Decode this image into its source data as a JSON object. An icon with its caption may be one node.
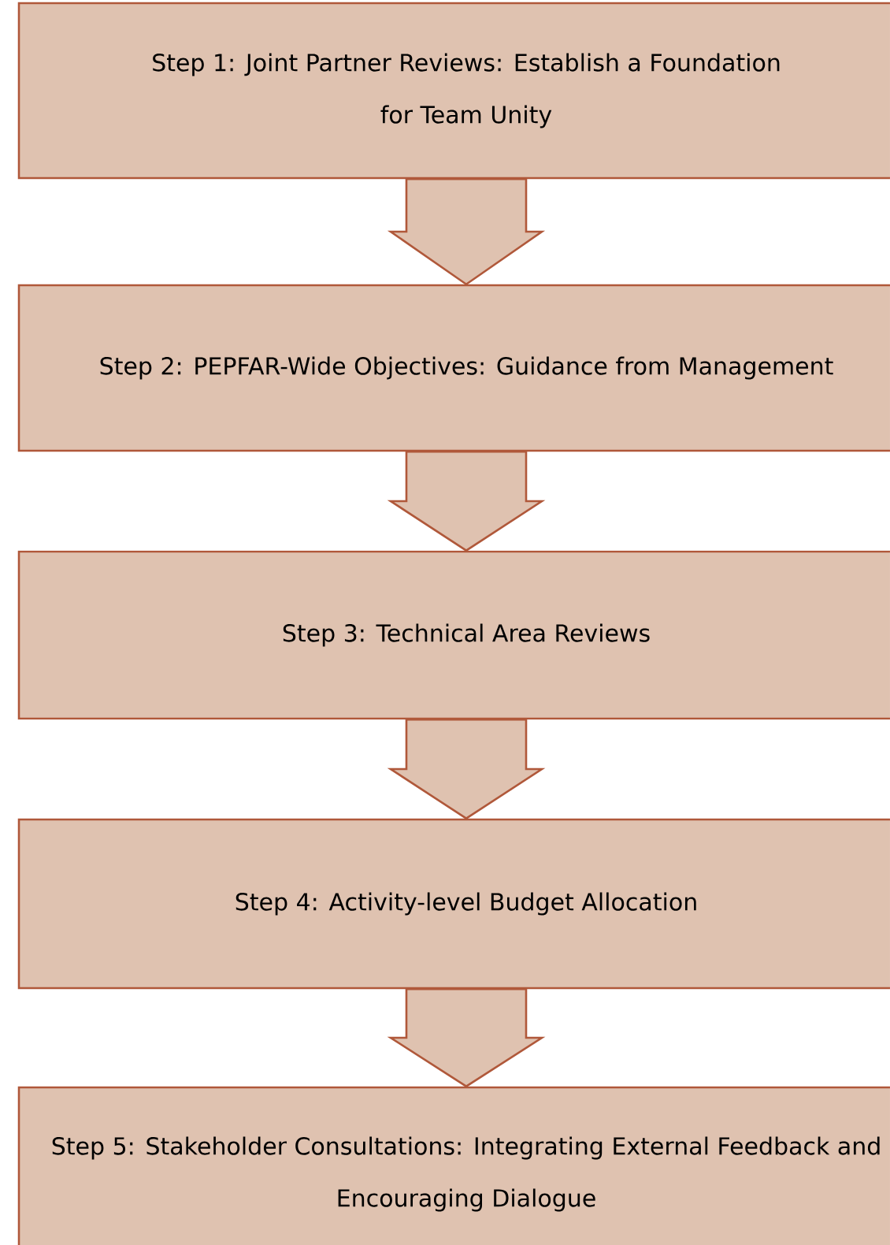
{
  "diagram": {
    "nodes": [
      {
        "text": [
          "Step 1: Joint Partner Reviews: Establish a Foundation for Team Unity"
        ]
      },
      {
        "text": [
          "Step 2: PEPFAR-Wide Objectives: Guidance from Management"
        ]
      },
      {
        "text": [
          "Step 3: Technical Area Reviews"
        ]
      },
      {
        "text": [
          "Step 4: Activity-level Budget Allocation"
        ]
      },
      {
        "text": [
          "Step 5: Stakeholder Consultations: Integrating External Feedback and Encouraging Dialogue"
        ]
      }
    ],
    "edges": [
      {
        "from": 0,
        "to": 1,
        "arrow": "to"
      },
      {
        "from": 1,
        "to": 2,
        "arrow": "to"
      },
      {
        "from": 2,
        "to": 3,
        "arrow": "to"
      },
      {
        "from": 3,
        "to": 4,
        "arrow": "to"
      }
    ]
  }
}
